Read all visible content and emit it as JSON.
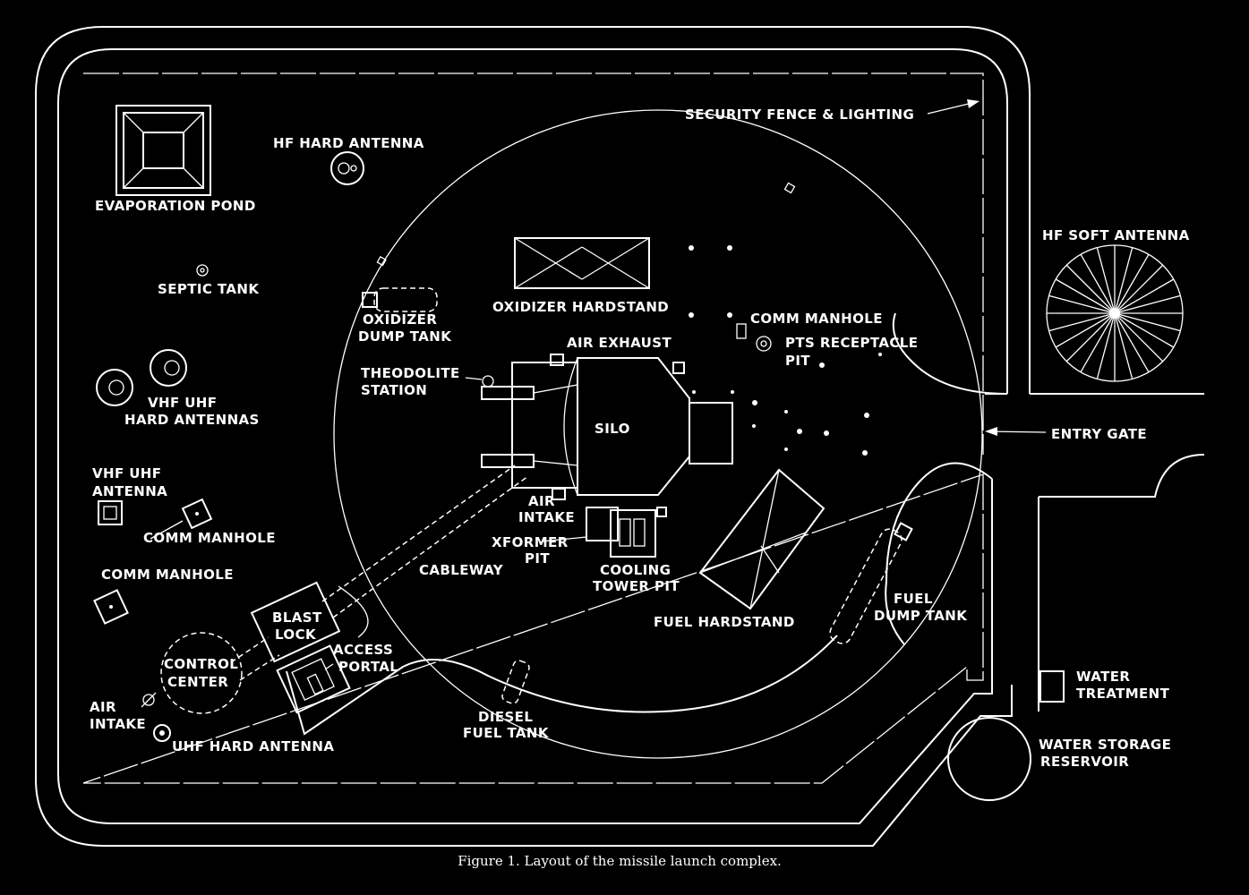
{
  "labels": {
    "security_fence": "SECURITY FENCE & LIGHTING",
    "hf_hard_antenna": "HF HARD ANTENNA",
    "evaporation_pond": "EVAPORATION POND",
    "septic_tank": "SEPTIC TANK",
    "oxidizer_dump_tank_1": "OXIDIZER",
    "oxidizer_dump_tank_2": "DUMP TANK",
    "oxidizer_hardstand": "OXIDIZER HARDSTAND",
    "comm_manhole_top": "COMM MANHOLE",
    "pts_receptacle_1": "PTS RECEPTACLE",
    "pts_receptacle_2": "PIT",
    "hf_soft_antenna": "HF SOFT ANTENNA",
    "air_exhaust": "AIR EXHAUST",
    "theodolite_1": "THEODOLITE",
    "theodolite_2": "STATION",
    "vhf_uhf_hard_1": "VHF UHF",
    "vhf_uhf_hard_2": "HARD ANTENNAS",
    "silo": "SILO",
    "entry_gate": "ENTRY GATE",
    "vhf_uhf_antenna_1": "VHF UHF",
    "vhf_uhf_antenna_2": "ANTENNA",
    "air_intake_silo_1": "AIR",
    "air_intake_silo_2": "INTAKE",
    "comm_manhole_mid": "COMM MANHOLE",
    "xformer_pit_1": "XFORMER",
    "xformer_pit_2": "PIT",
    "comm_manhole_left": "COMM MANHOLE",
    "cableway": "CABLEWAY",
    "cooling_tower_1": "COOLING",
    "cooling_tower_2": "TOWER PIT",
    "fuel_dump_tank_1": "FUEL",
    "fuel_dump_tank_2": "DUMP TANK",
    "blast_lock_1": "BLAST",
    "blast_lock_2": "LOCK",
    "fuel_hardstand": "FUEL HARDSTAND",
    "access_portal_1": "ACCESS",
    "access_portal_2": "PORTAL",
    "control_center_1": "CONTROL",
    "control_center_2": "CENTER",
    "water_treatment_1": "WATER",
    "water_treatment_2": "TREATMENT",
    "air_intake_cc_1": "AIR",
    "air_intake_cc_2": "INTAKE",
    "diesel_fuel_tank_1": "DIESEL",
    "diesel_fuel_tank_2": "FUEL TANK",
    "water_storage_1": "WATER STORAGE",
    "water_storage_2": "RESERVOIR",
    "uhf_hard_antenna": "UHF HARD ANTENNA"
  },
  "caption": "Figure 1. Layout of the missile launch complex."
}
